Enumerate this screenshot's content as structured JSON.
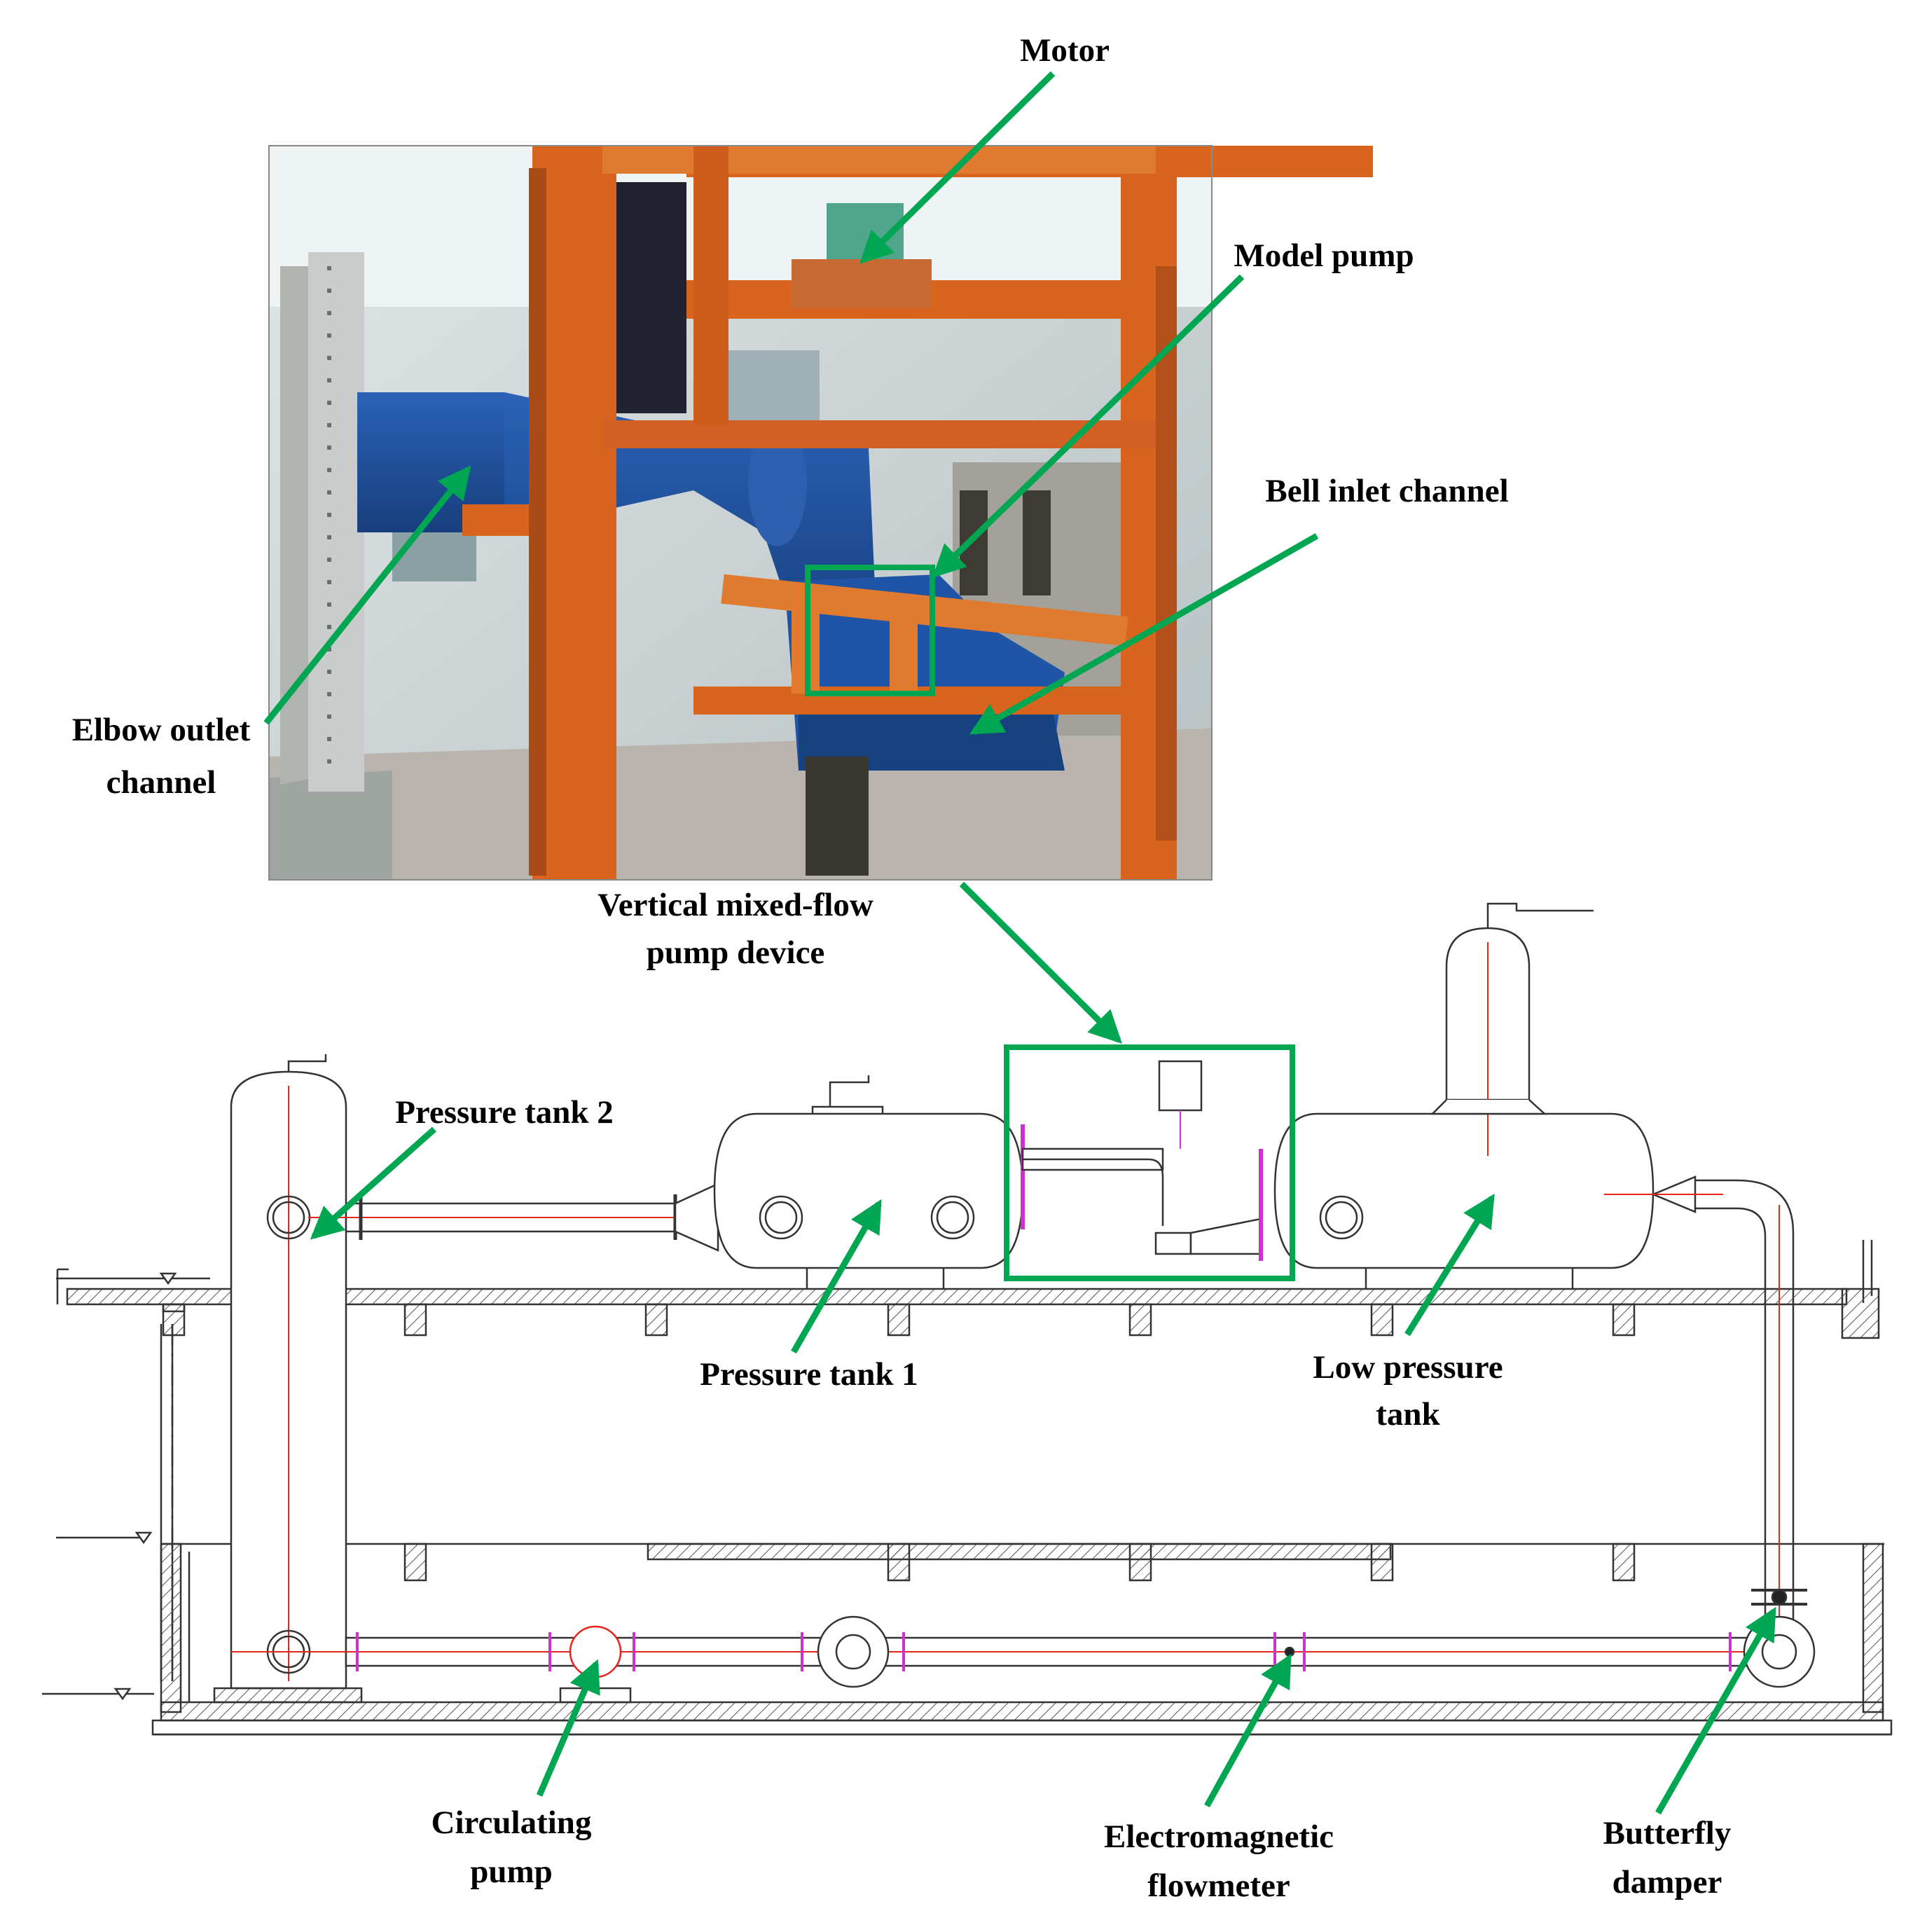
{
  "photo_labels": {
    "motor": "Motor",
    "model_pump": "Model pump",
    "bell_inlet": "Bell inlet channel",
    "elbow_outlet_1": "Elbow outlet",
    "elbow_outlet_2": "channel",
    "pump_device_1": "Vertical mixed-flow",
    "pump_device_2": "pump device"
  },
  "schematic_labels": {
    "pressure_tank_2": "Pressure tank 2",
    "pressure_tank_1": "Pressure tank 1",
    "low_pressure_1": "Low pressure",
    "low_pressure_2": "tank",
    "circulating_1": "Circulating",
    "circulating_2": "pump",
    "flowmeter_1": "Electromagnetic",
    "flowmeter_2": "flowmeter",
    "butterfly_1": "Butterfly",
    "butterfly_2": "damper"
  },
  "colors": {
    "arrow": "#00a651",
    "frame_orange": "#d9641e",
    "pipe_blue": "#1f4f9a",
    "centerline_red": "#e8231a",
    "flange_magenta": "#cc33cc"
  }
}
